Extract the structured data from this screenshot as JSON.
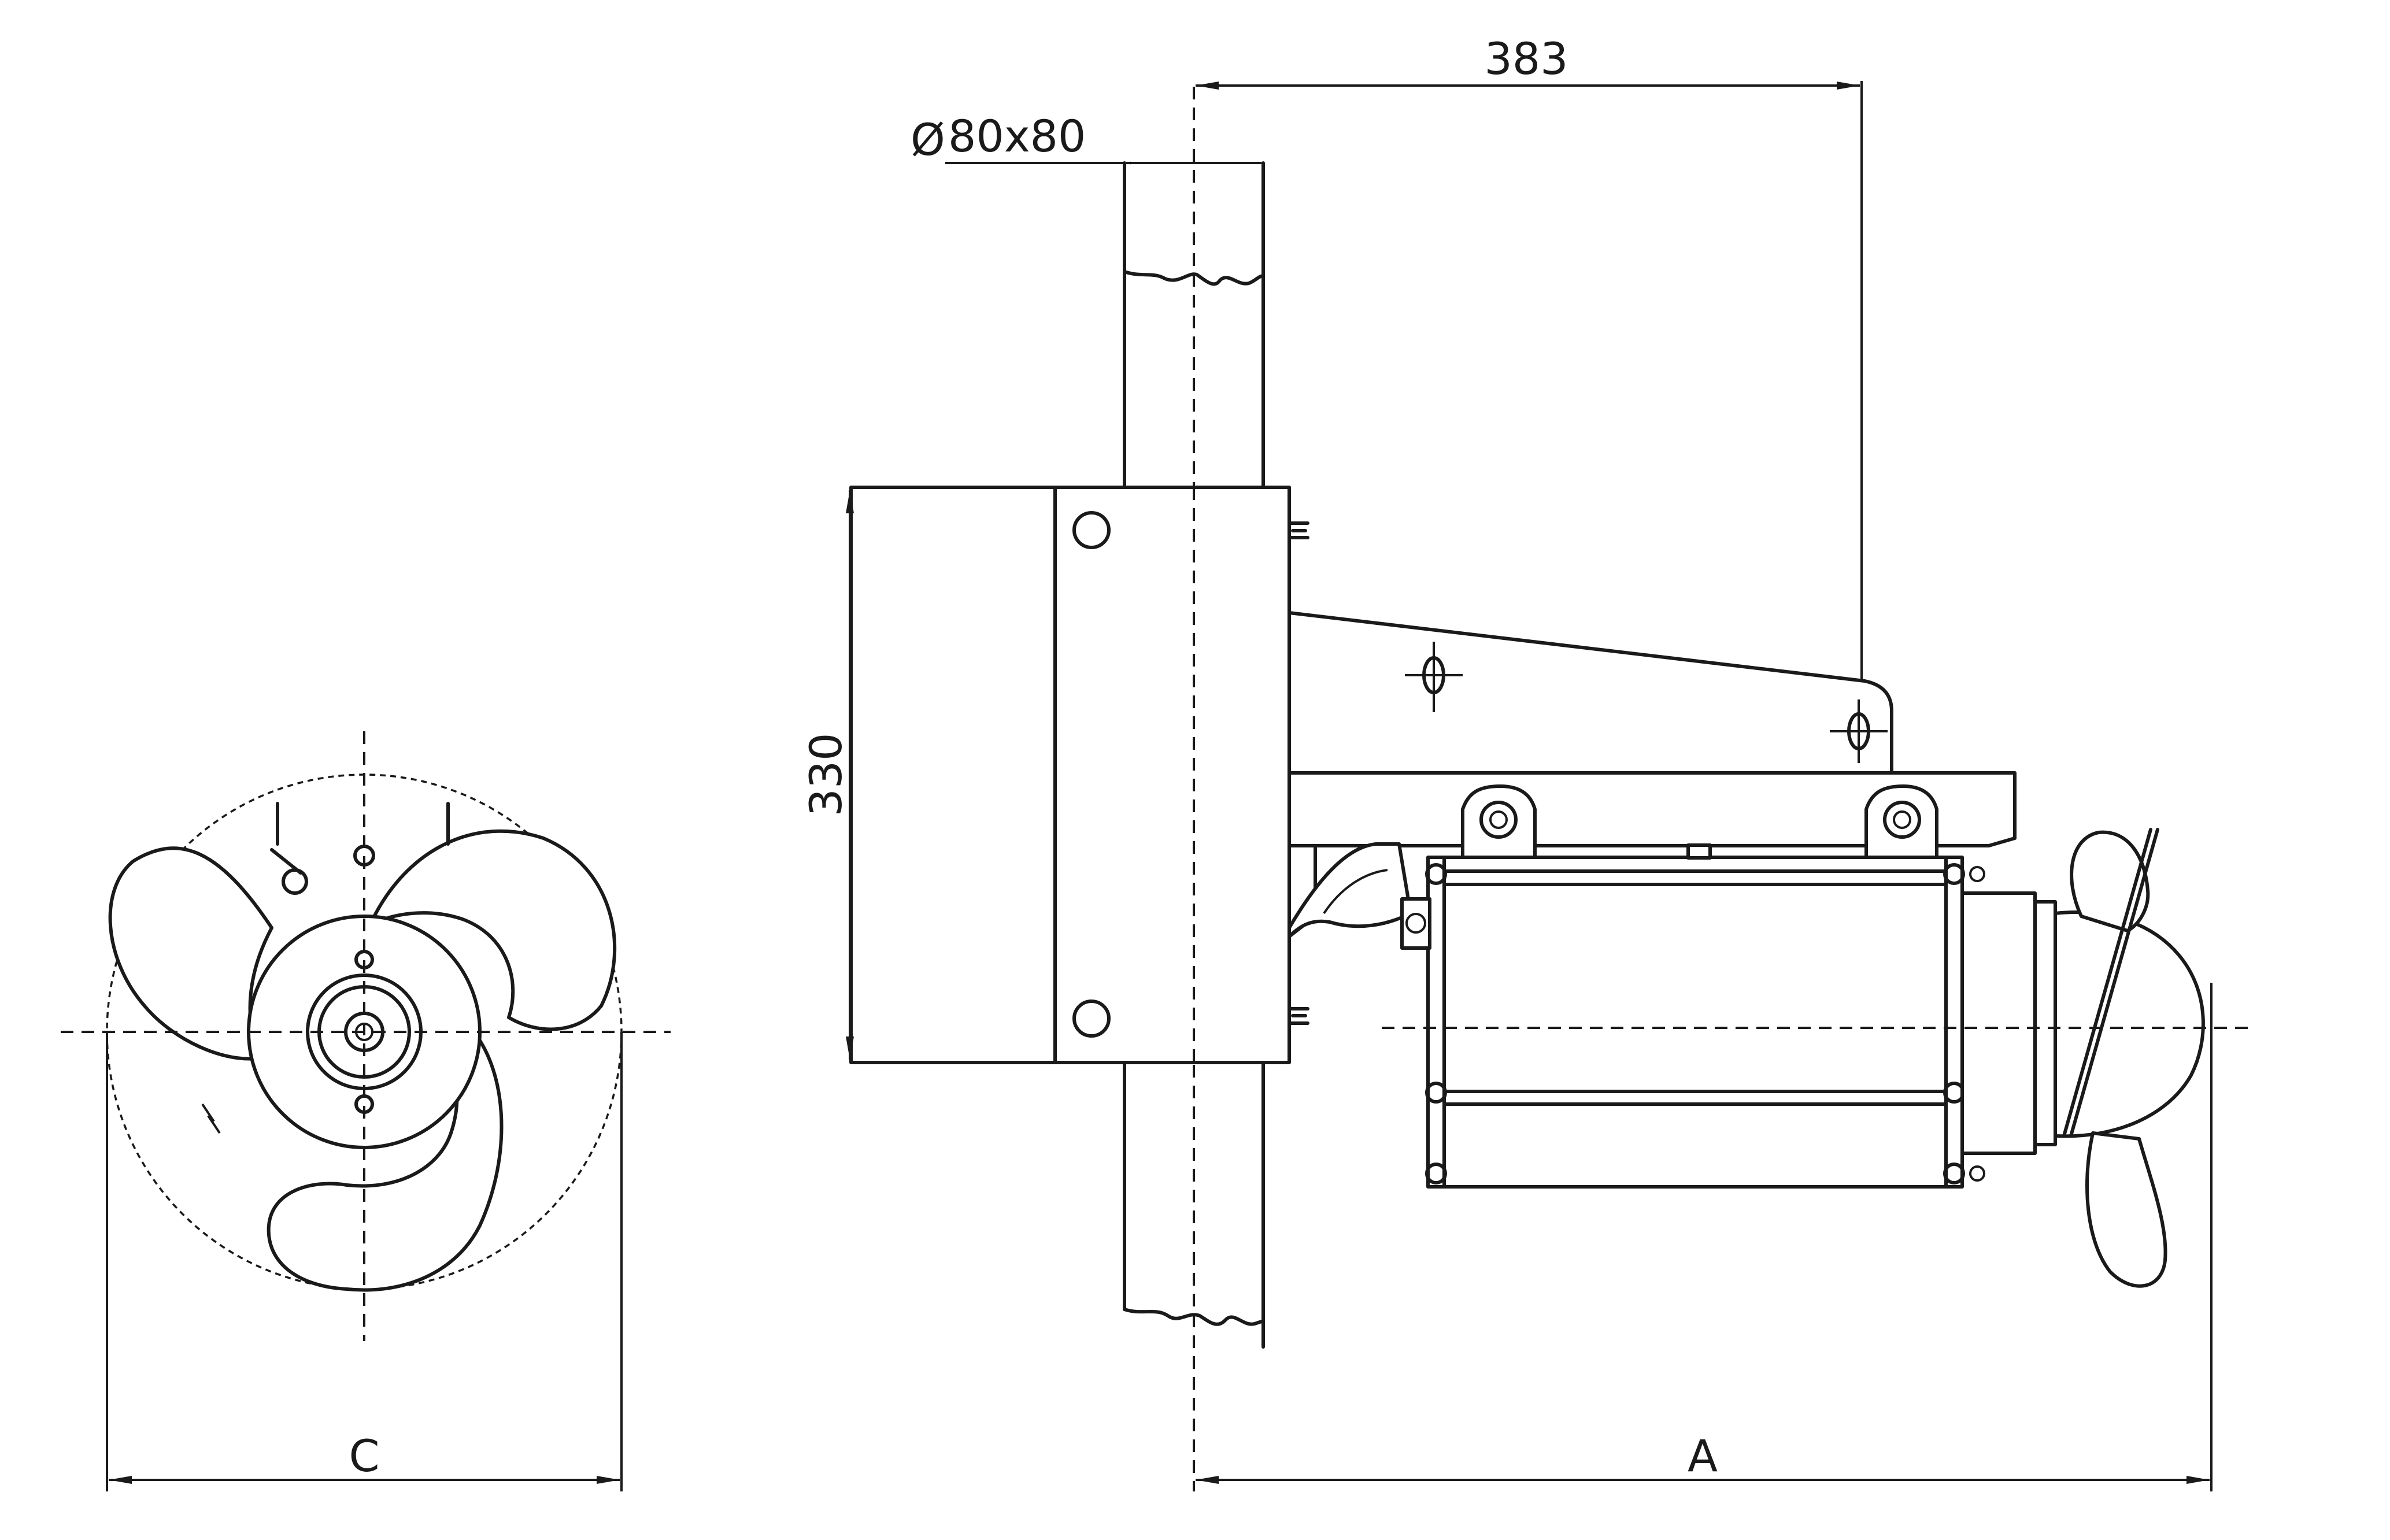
{
  "drawing": {
    "dim_top": "383",
    "dim_tube": "80x80",
    "dim_tube_symbol": "Ø",
    "dim_height": "330",
    "dim_length": "A",
    "dim_diameter": "C"
  }
}
